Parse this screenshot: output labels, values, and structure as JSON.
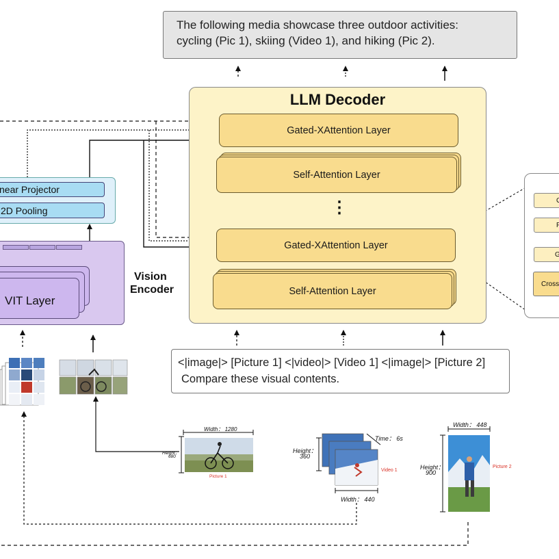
{
  "output_text": {
    "line1": "The following media showcase three outdoor activities:",
    "line2": "cycling (Pic 1), skiing (Video 1), and hiking (Pic 2)."
  },
  "decoder": {
    "title": "LLM Decoder",
    "gated_layer_label": "Gated-XAttention Layer",
    "self_layer_label": "Self-Attention Layer",
    "ellipsis": "⋮"
  },
  "input_text": {
    "line1": "<|image|> [Picture 1] <|video|> [Video 1] <|image|> [Picture 2]",
    "line2": "Compare these visual contents."
  },
  "vision": {
    "projector_label": "near Projector",
    "pooling_label": "2D Pooling",
    "vit_label": "VIT Layer",
    "encoder_label_line1": "Vision",
    "encoder_label_line2": "Encoder"
  },
  "side_panel": {
    "items": [
      "G",
      "F",
      "G",
      "Cross-"
    ]
  },
  "media": {
    "picture1": {
      "width_label": "Width： 1280",
      "height_label_1": "Height：",
      "height_label_2": "680",
      "caption": "Picture 1"
    },
    "video1": {
      "time_label": "Time： 6s",
      "height_label_1": "Height：",
      "height_label_2": "360",
      "width_label": "Width： 440",
      "caption": "Video 1"
    },
    "picture2": {
      "width_label": "Width： 448",
      "height_label_1": "Height：",
      "height_label_2": "900",
      "caption": "Picture 2"
    }
  },
  "colors": {
    "decoder_bg": "#fdf3c8",
    "layer_fill": "#f9dc8e",
    "projector_fill": "#a8dcf3",
    "encoder_fill": "#d9c8ef",
    "caption_red": "#d93025"
  }
}
